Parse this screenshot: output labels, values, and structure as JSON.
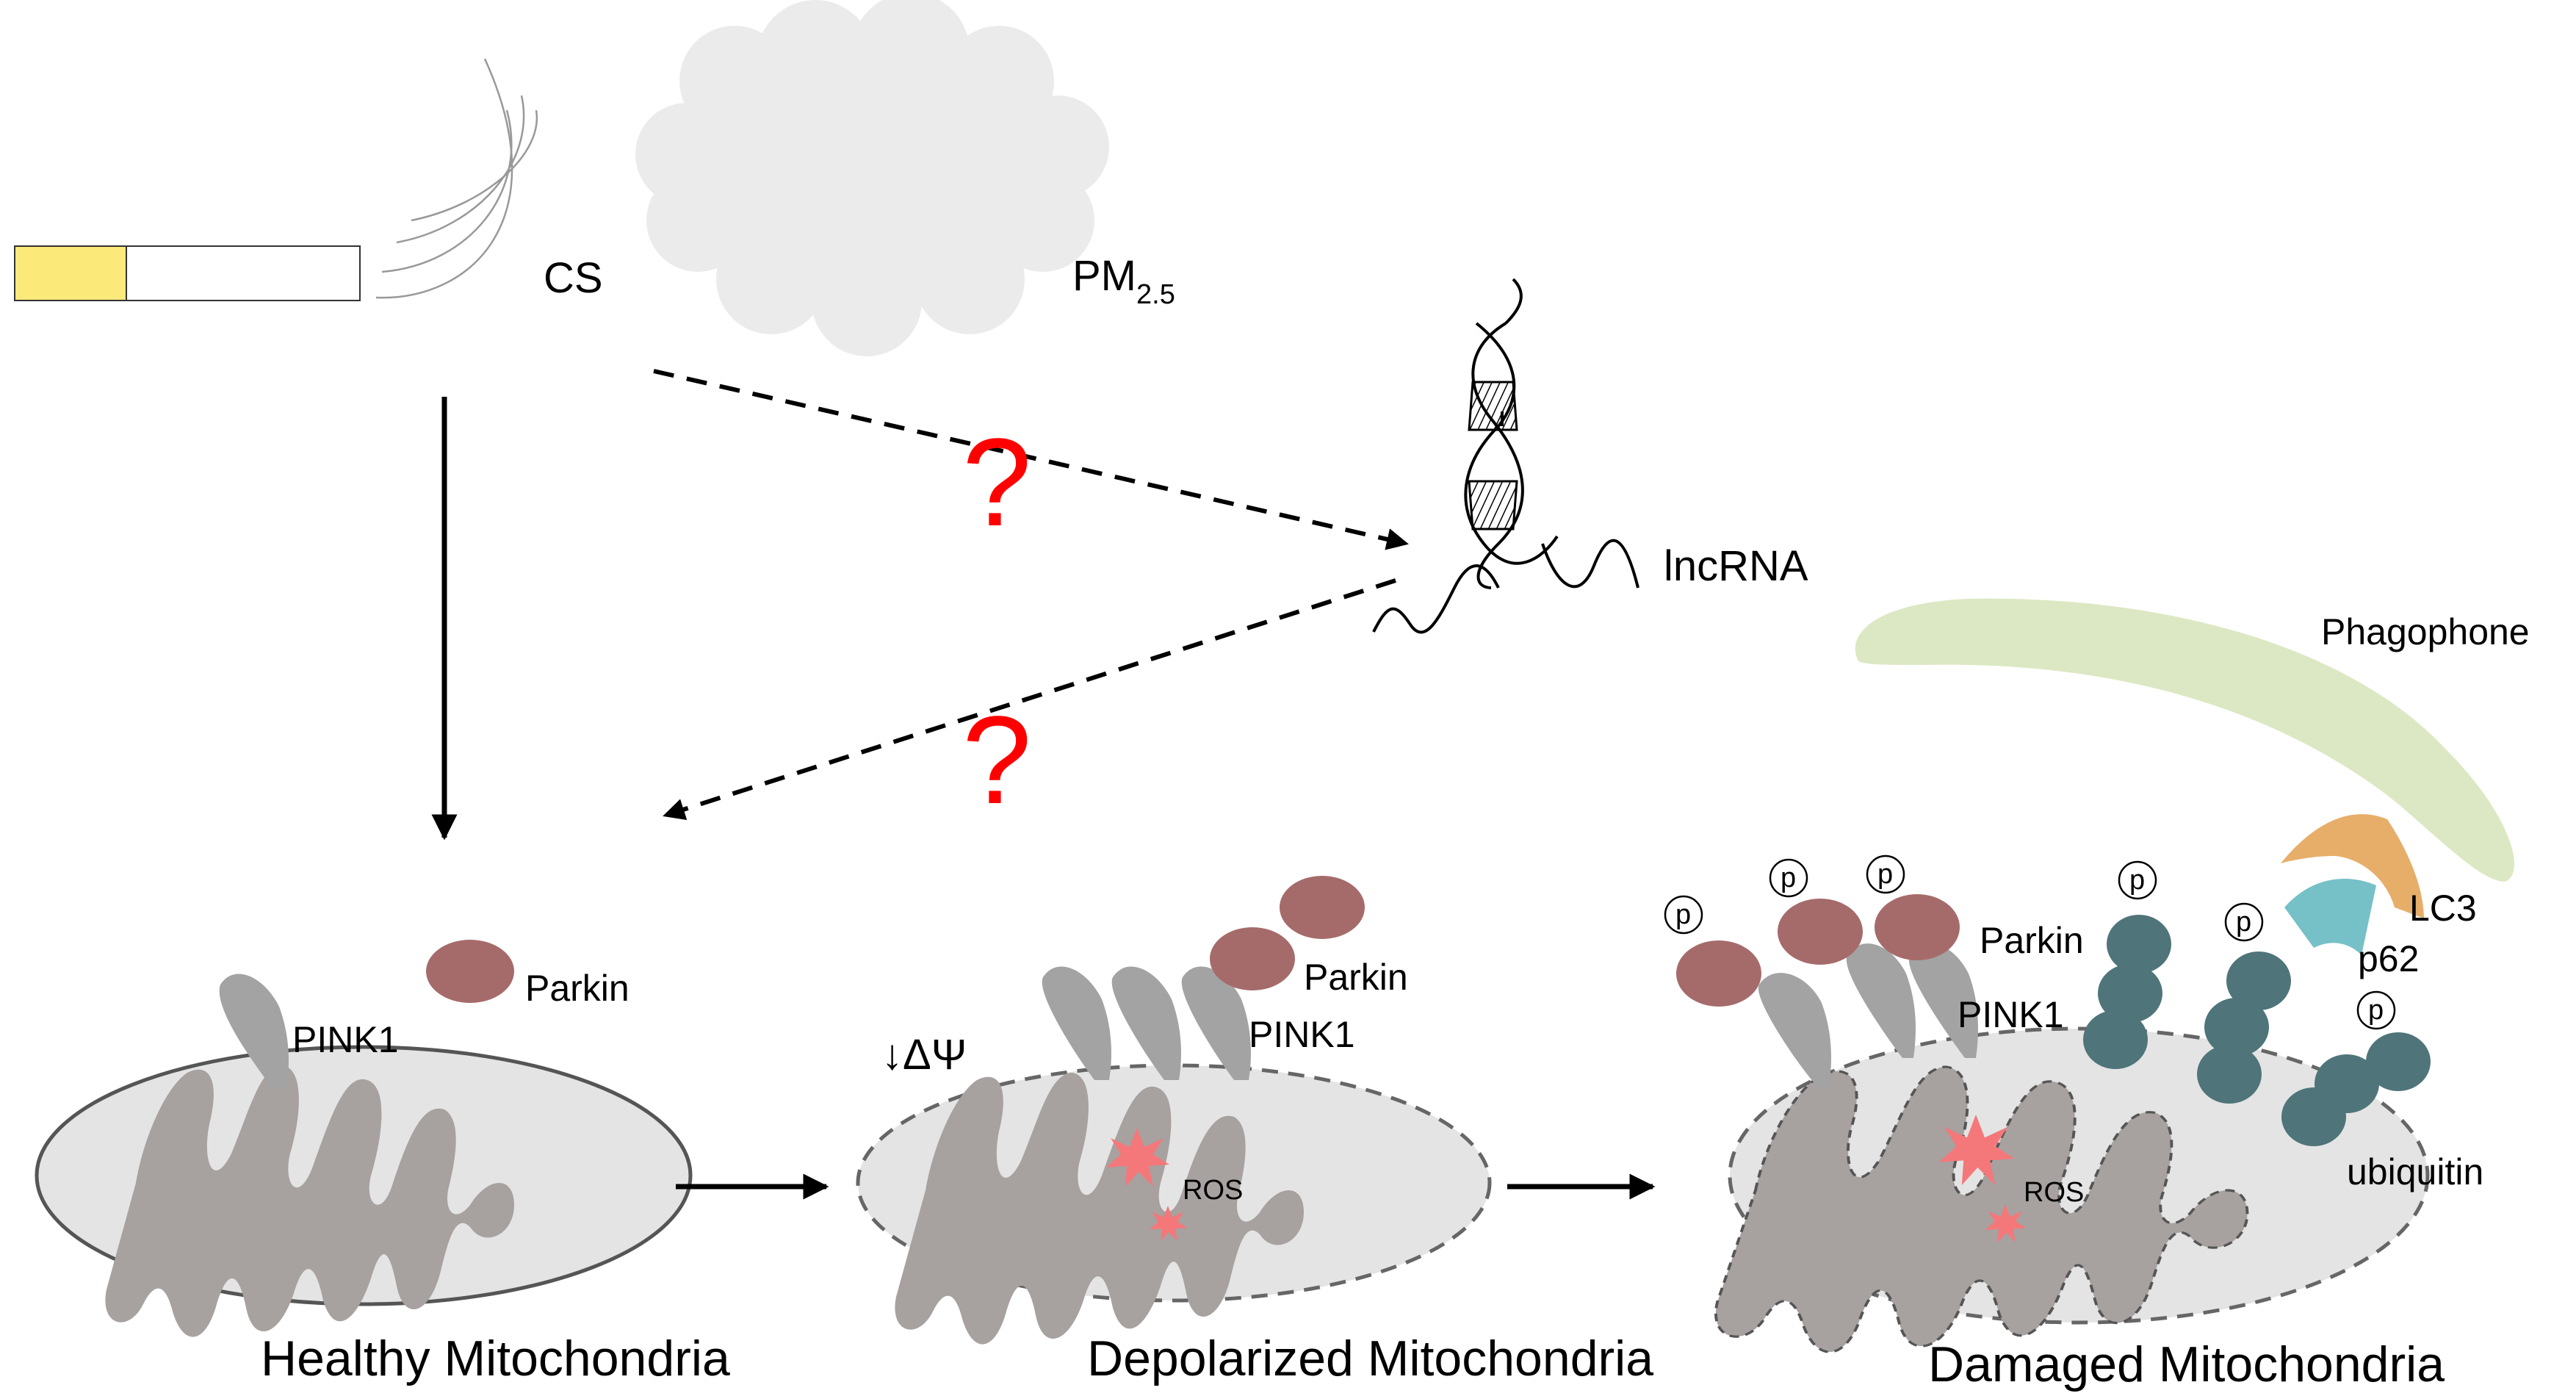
{
  "inputs": {
    "cs_label": "CS",
    "pm_label": "PM",
    "pm_subscript": "2.5"
  },
  "lncrna_label": "lncRNA",
  "unknown_marks": [
    "?",
    "?"
  ],
  "stages": [
    {
      "caption": "Healthy Mitochondria",
      "parkin_label": "Parkin",
      "pink1_label": "PINK1"
    },
    {
      "caption": "Depolarized Mitochondria",
      "parkin_label": "Parkin",
      "pink1_label": "PINK1",
      "potential_label": "↓ΔΨ",
      "ros_label": "ROS"
    },
    {
      "caption": "Damaged Mitochondria",
      "parkin_label": "Parkin",
      "pink1_label": "PINK1",
      "ros_label": "ROS",
      "phagophore_label": "Phagophone",
      "lc3_label": "LC3",
      "p62_label": "p62",
      "ubiquitin_label": "ubiquitin",
      "phospho_mark": "p"
    }
  ],
  "colors": {
    "cigarette_filter": "#fbe97a",
    "smoke_cloud": "#ebebeb",
    "mito_body": "#e4e4e4",
    "cristae": "#a7a1a0",
    "pink1": "#a3a3a3",
    "parkin": "#a56b6a",
    "ubiquitin": "#4f7479",
    "ros": "#f4787a",
    "phagophore": "#dce8c3",
    "lc3": "#e7ae6a",
    "p62": "#76c0c7",
    "question": "#ff0000"
  }
}
